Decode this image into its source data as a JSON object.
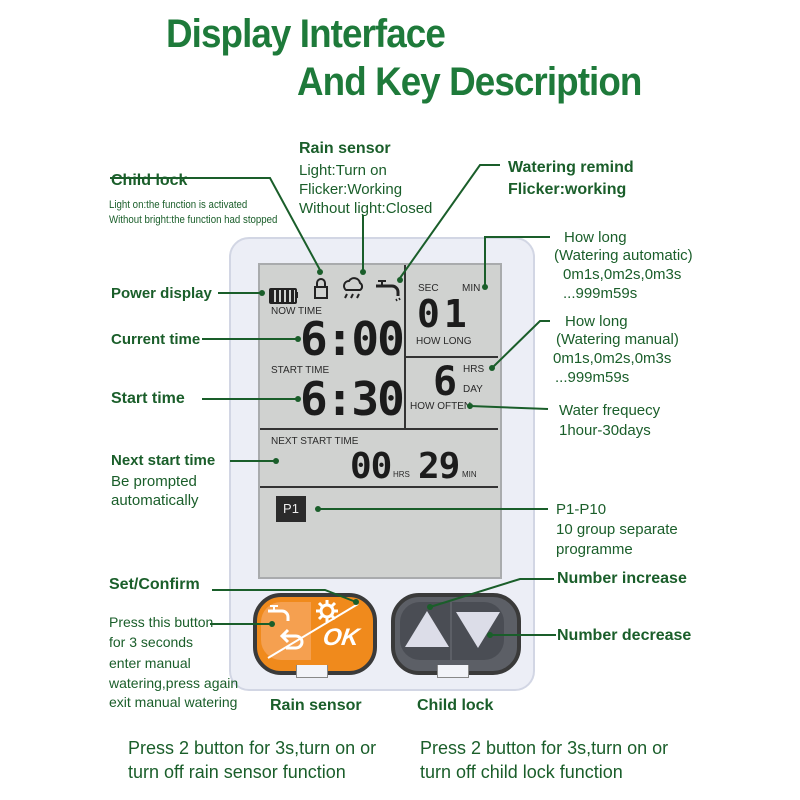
{
  "title": {
    "line1": "Display Interface",
    "line2": "And Key Description"
  },
  "labels": {
    "child_lock": {
      "title": "Child lock",
      "line1": "Light on:the function is activated",
      "line2": "Without bright:the function had stopped"
    },
    "rain_sensor_top": {
      "title": "Rain sensor",
      "line1": "Light:Turn on",
      "line2": "Flicker:Working",
      "line3": "Without light:Closed"
    },
    "watering_remind": {
      "line1": "Watering remind",
      "line2": "Flicker:working"
    },
    "how_long_auto": {
      "line1": "How long",
      "line2": "(Watering automatic)",
      "line3": "0m1s,0m2s,0m3s",
      "line4": "...999m59s"
    },
    "how_long_manual": {
      "line1": "How long",
      "line2": "(Watering manual)",
      "line3": "0m1s,0m2s,0m3s",
      "line4": "...999m59s"
    },
    "power_display": "Power display",
    "current_time": "Current time",
    "start_time": "Start time",
    "next_start": {
      "title": "Next start time",
      "line1": "Be prompted",
      "line2": "automatically"
    },
    "water_frequency": {
      "line1": "Water frequecy",
      "line2": "1hour-30days"
    },
    "programs": {
      "line1": "P1-P10",
      "line2": "10 group separate",
      "line3": "programme"
    },
    "set_confirm": {
      "title": "Set/Confirm",
      "line1": "Press this button",
      "line2": "for 3 seconds",
      "line3": "enter manual",
      "line4": "watering,press again",
      "line5": "exit manual watering"
    },
    "number_increase": "Number increase",
    "number_decrease": "Number decrease",
    "rain_sensor_bottom": "Rain sensor",
    "child_lock_bottom": "Child lock",
    "bottom_left": {
      "line1": "Press 2 button for 3s,turn on or",
      "line2": "turn off rain sensor function"
    },
    "bottom_right": {
      "line1": "Press 2 button for 3s,turn on or",
      "line2": "turn off child lock function"
    }
  },
  "lcd": {
    "now_time_label": "NOW TIME",
    "now_time_value": "6:00",
    "start_time_label": "START TIME",
    "start_time_value": "6:30",
    "sec_label": "SEC",
    "min_label": "MIN",
    "how_long_value": "01",
    "how_long_label": "HOW LONG",
    "hrs_label": "HRS",
    "day_label": "DAY",
    "how_often_value": "6",
    "how_often_label": "HOW OFTEN",
    "next_start_label": "NEXT START TIME",
    "next_hours": "00",
    "next_hrs_unit": "HRS",
    "next_minutes": "29",
    "next_min_unit": "MIN",
    "program": "P1"
  },
  "buttons": {
    "ok_label": "OK"
  },
  "colors": {
    "title": "#1e7a3a",
    "label": "#1a5e2a",
    "orange_button": "#f08a1c",
    "gray_button": "#5c5f66",
    "lcd": "#d0d2d0"
  }
}
